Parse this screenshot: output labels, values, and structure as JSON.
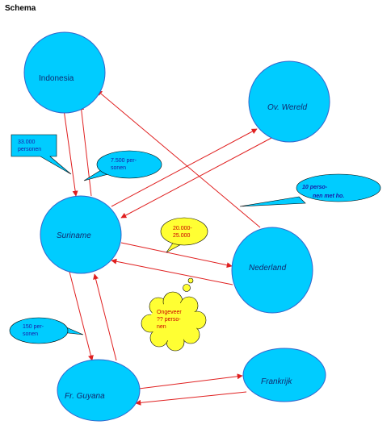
{
  "title": "Schema",
  "colors": {
    "node_fill": "#00CCFF",
    "node_stroke": "#3366CC",
    "arrow": "#E02020",
    "callout_cyan": "#00CCFF",
    "callout_yellow": "#FFFF33",
    "text_blue": "#1a1aa6",
    "text_red": "#cc0000"
  },
  "nodes": {
    "indonesia": "Indonesia",
    "wereld": "Ov. Wereld",
    "suriname": "Suriname",
    "nederland": "Nederland",
    "guyana": "Fr. Guyana",
    "frankrijk": "Frankrijk"
  },
  "callouts": {
    "c33000": [
      "33.000",
      "personen"
    ],
    "c7500": [
      "7.500 per-",
      "sonen"
    ],
    "c10": [
      "10 perso-",
      "nen met ho."
    ],
    "c20000": [
      "20.000-",
      "25.000"
    ],
    "ongeveer": [
      "Ongeveer",
      "?? perso-",
      "nen"
    ],
    "c150": [
      "150 per-",
      "sonen"
    ]
  }
}
